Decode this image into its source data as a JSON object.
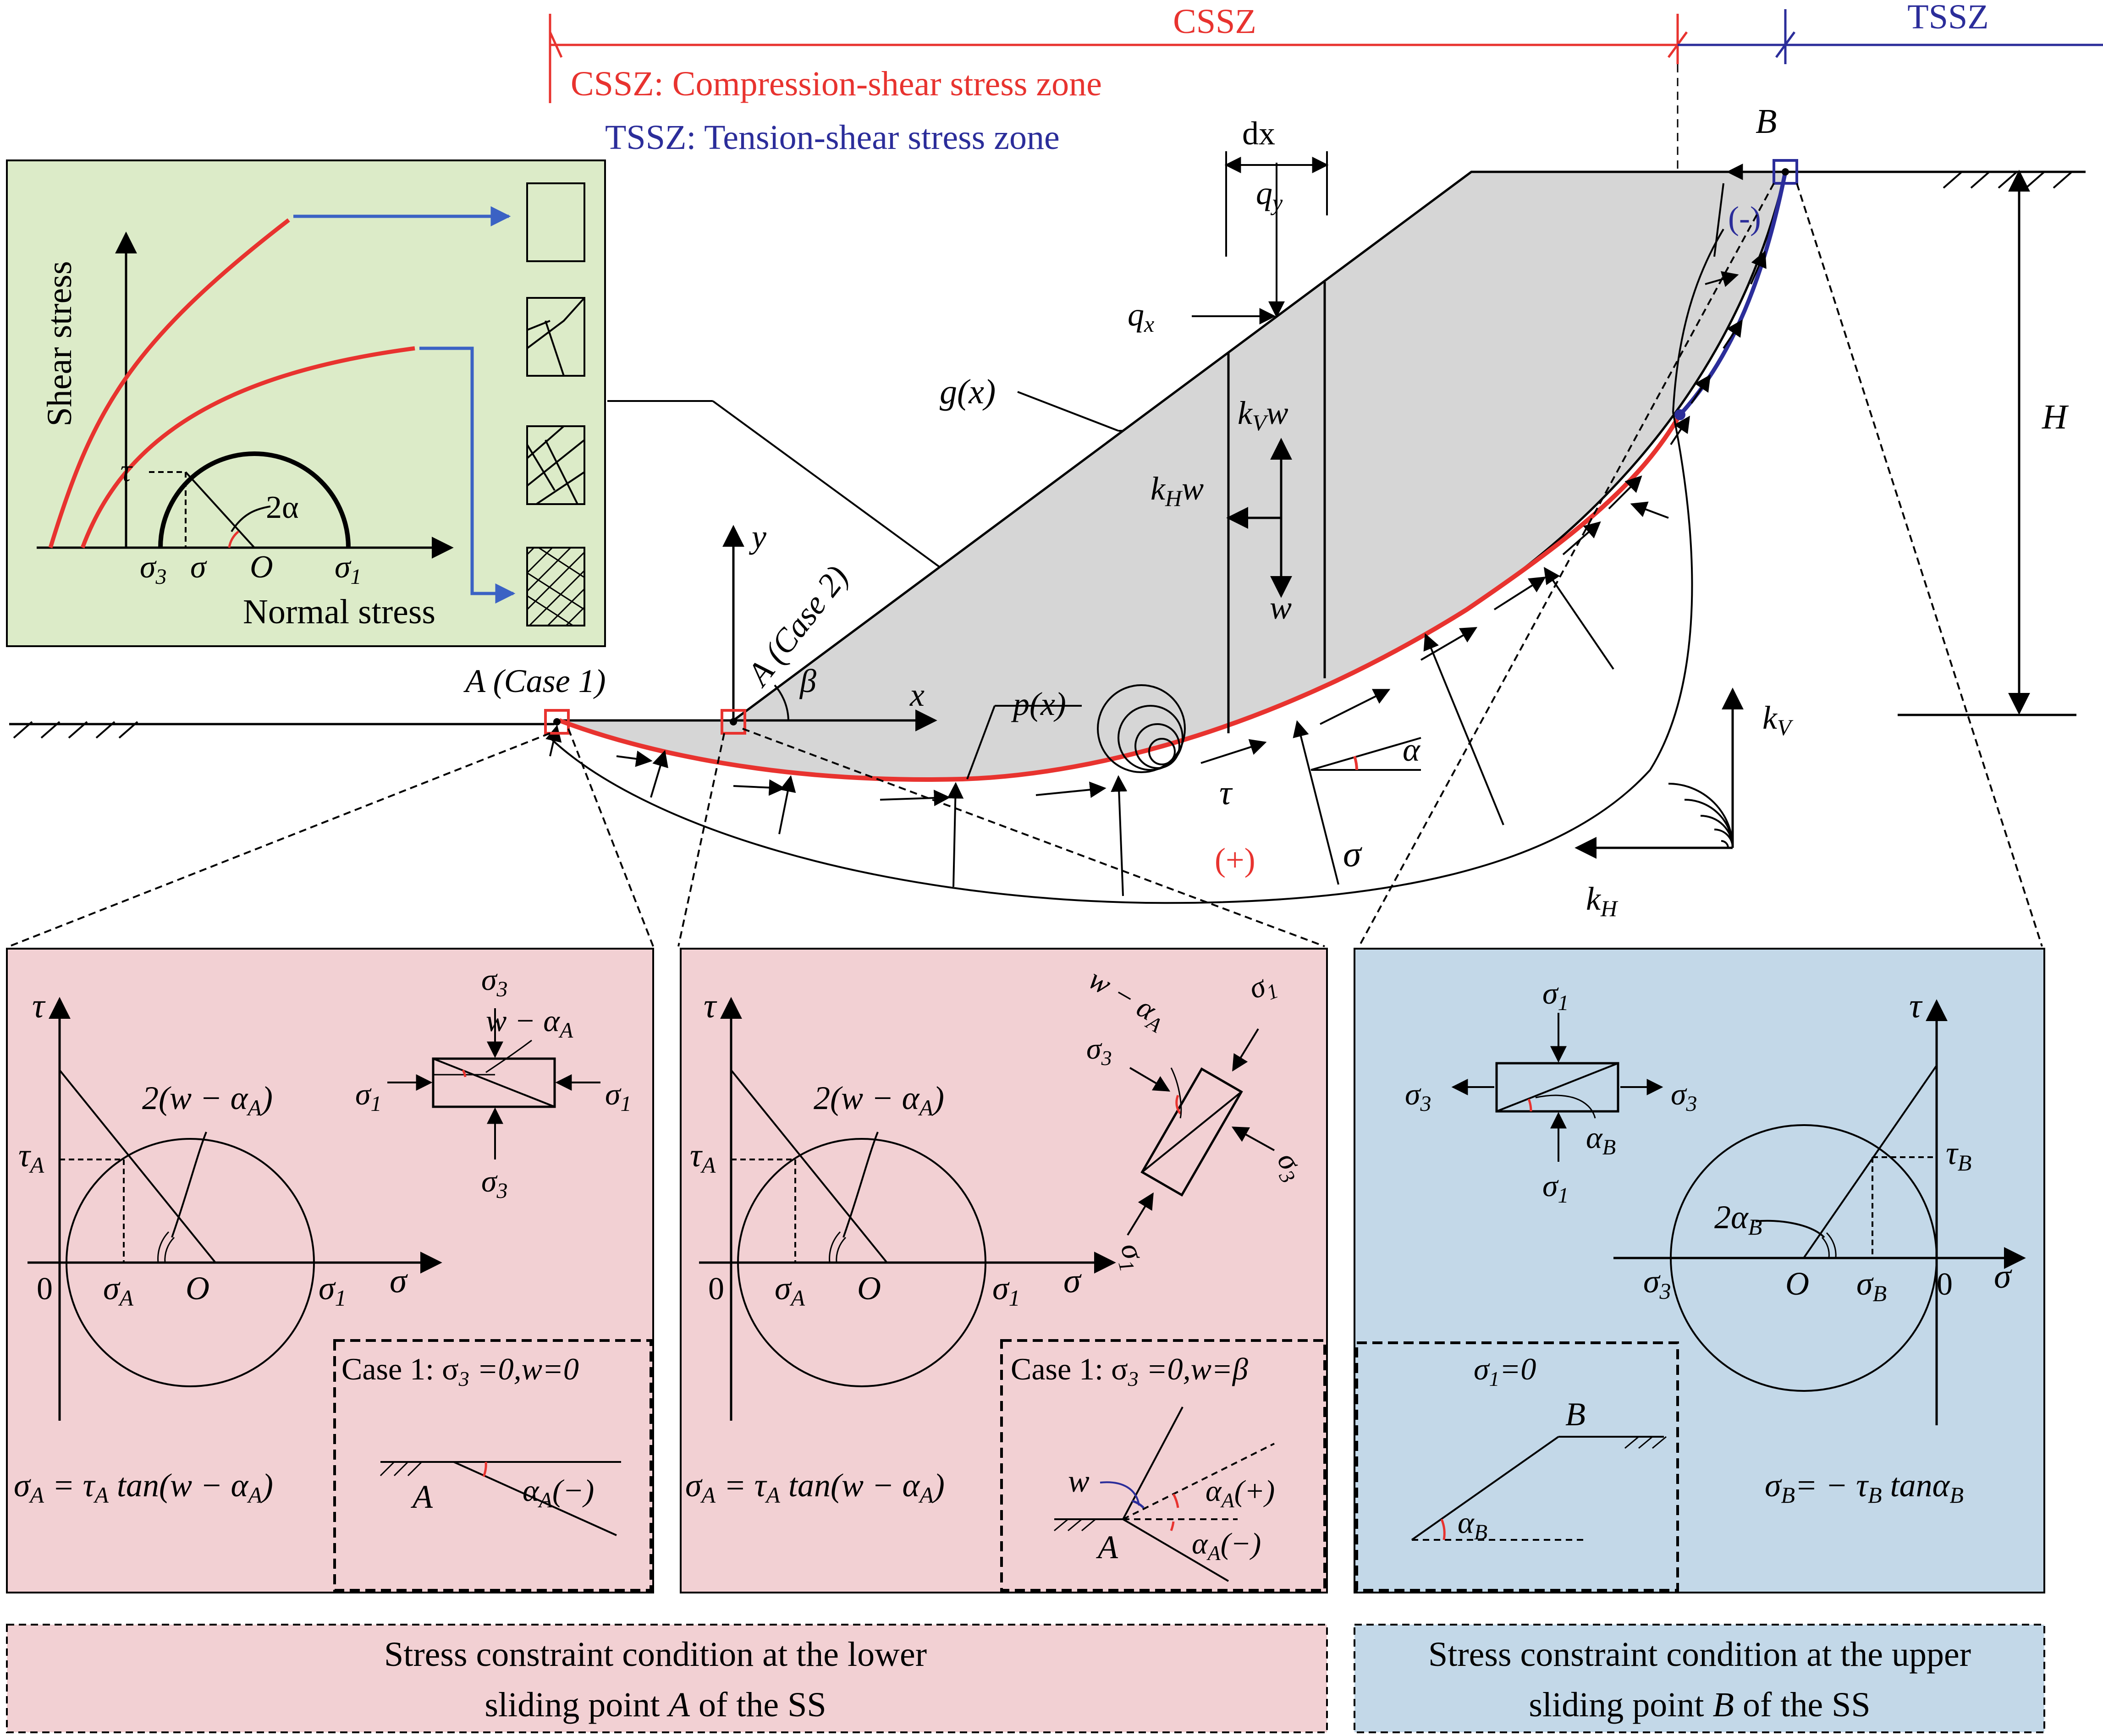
{
  "colors": {
    "red": "#e8332f",
    "blue": "#2b2d9a",
    "slope_fill": "#d6d6d6",
    "green_panel": "#dcebc8",
    "pink_panel": "#f2d0d3",
    "blue_panel": "#c3d8e8"
  },
  "zones": {
    "cssz_label": "CSSZ",
    "tssz_label": "TSSZ",
    "cssz_definition": "CSSZ: Compression-shear stress zone",
    "tssz_definition": "TSSZ: Tension-shear stress zone"
  },
  "main": {
    "point_b": "B",
    "dx": "dx",
    "qy": "q",
    "qy_sub": "y",
    "qx": "q",
    "qx_sub": "x",
    "gx": "g(x)",
    "px": "p(x)",
    "kv": "k",
    "kv_sub": "V",
    "kh": "k",
    "kh_sub": "H",
    "w": "w",
    "height": "H",
    "point_a_case1": "A (Case 1)",
    "point_a_case2": "A (Case 2)",
    "beta": "β",
    "x_axis": "x",
    "y_axis": "y",
    "tau": "τ",
    "sigma": "σ",
    "alpha": "α",
    "plus": "(+)",
    "minus": "(-)"
  },
  "mohr_inset": {
    "y_label": "Shear stress",
    "x_label": "Normal stress",
    "tau": "τ",
    "two_alpha": "2α",
    "sigma3": "σ",
    "sigma3_sub": "3",
    "sigma": "σ",
    "origin": "O",
    "sigma1": "σ",
    "sigma1_sub": "1"
  },
  "panel_case1": {
    "tau": "τ",
    "tau_a": "τ",
    "sub_a": "A",
    "zero": "0",
    "sigma_a": "σ",
    "origin": "O",
    "sigma1": "σ",
    "sub_1": "1",
    "sub_3": "3",
    "sigma": "σ",
    "angle_label": "2(w − α",
    "angle_close": ")",
    "element_angle": "w − α",
    "sigma3": "σ",
    "case_label": "Case 1: σ",
    "case_condition": " =0,w=0",
    "formula_left": "σ",
    "formula_mid": " = τ",
    "formula_right": " tan(w − α",
    "formula_close": ")",
    "point_a": "A",
    "alpha_a": "α",
    "alpha_sign": "(−)"
  },
  "panel_case2": {
    "tau": "τ",
    "tau_a": "τ",
    "sub_a": "A",
    "zero": "0",
    "sigma_a": "σ",
    "origin": "O",
    "sigma1": "σ",
    "sub_1": "1",
    "sub_3": "3",
    "sigma": "σ",
    "angle_label": "2(w − α",
    "angle_close": ")",
    "element_angle": "w − α",
    "sigma3": "σ",
    "case_label": "Case 1: σ",
    "case_condition": " =0,w=β",
    "formula_left": "σ",
    "formula_mid": " = τ",
    "formula_right": " tan(w − α",
    "formula_close": ")",
    "w": "w",
    "point_a": "A",
    "alpha_a": "α",
    "alpha_plus": "(+)",
    "alpha_minus": "(−)"
  },
  "panel_upper": {
    "tau": "τ",
    "tau_b": "τ",
    "sub_b": "B",
    "two_alpha_b": "2α",
    "sigma3": "σ",
    "sub_3": "3",
    "origin": "O",
    "sigma_b": "σ",
    "zero": "0",
    "sigma": "σ",
    "sigma1": "σ",
    "sub_1": "1",
    "alpha_b": "α",
    "case_condition": "σ",
    "case_tail": "=0",
    "point_b": "B",
    "formula_left": "σ",
    "formula_mid": "= − τ",
    "formula_right": " tanα"
  },
  "captions": {
    "lower_line1": "Stress constraint condition at the lower",
    "lower_line2_a": "sliding point ",
    "lower_line2_b": "A",
    "lower_line2_c": " of the SS",
    "upper_line1": "Stress constraint condition at the upper",
    "upper_line2_a": "sliding point ",
    "upper_line2_b": "B",
    "upper_line2_c": " of the SS"
  }
}
